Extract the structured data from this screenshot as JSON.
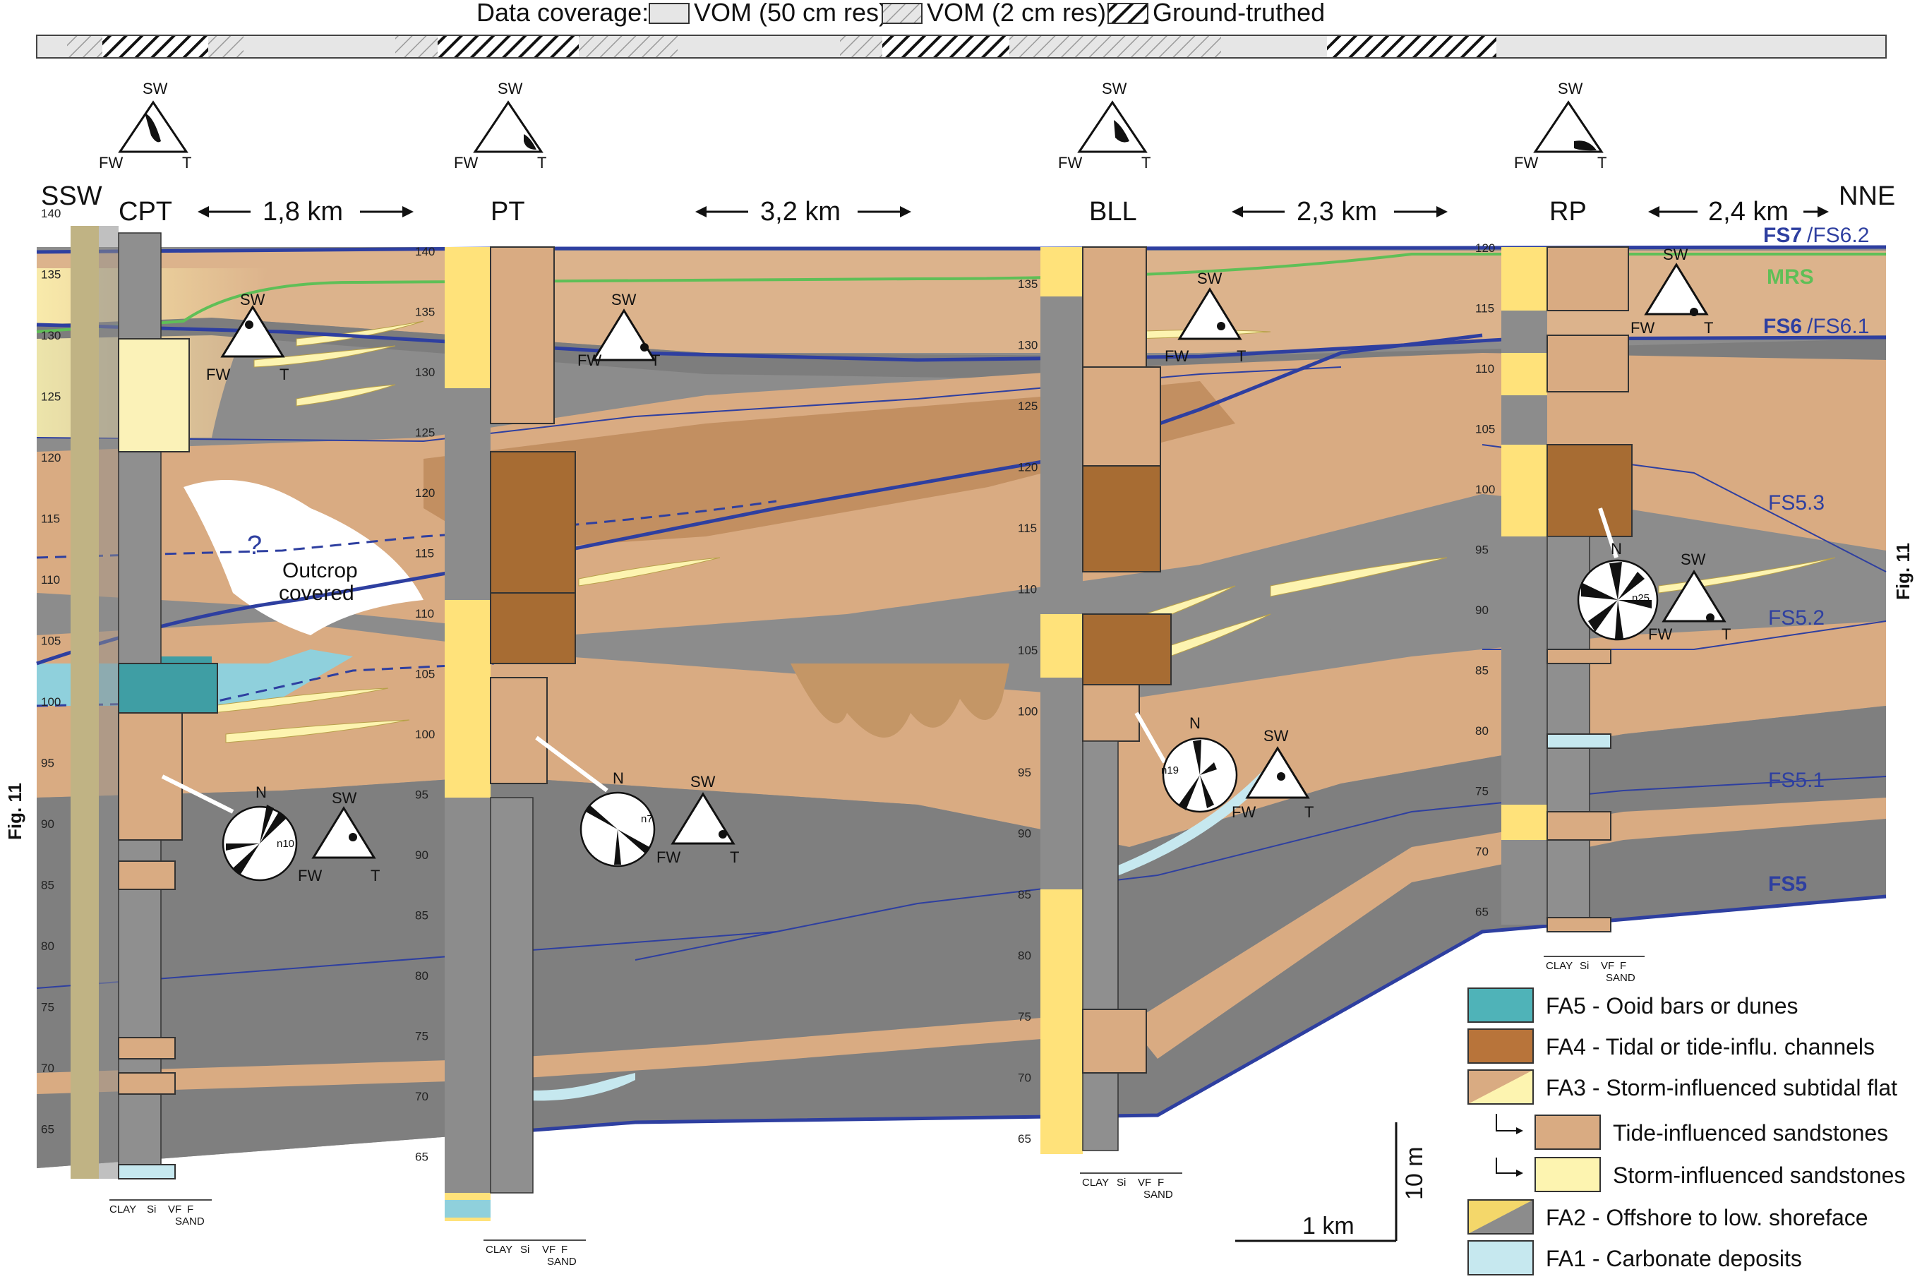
{
  "coverage": {
    "label": "Data coverage:",
    "items": [
      {
        "label": "VOM (50 cm res)",
        "pattern": "grey"
      },
      {
        "label": "VOM (2 cm res)",
        "pattern": "hatch"
      },
      {
        "label": "Ground-truthed",
        "pattern": "black-hatch"
      }
    ]
  },
  "directions": {
    "left": "SSW",
    "right": "NNE"
  },
  "sections": [
    {
      "id": "CPT",
      "name": "CPT",
      "ticks": [
        "140",
        "135",
        "130",
        "125",
        "120",
        "115",
        "110",
        "105",
        "100",
        "95",
        "90",
        "85",
        "80",
        "75",
        "70",
        "65"
      ]
    },
    {
      "id": "PT",
      "name": "PT",
      "ticks": [
        "140",
        "135",
        "130",
        "125",
        "120",
        "115",
        "110",
        "105",
        "100",
        "95",
        "90",
        "85",
        "80",
        "75",
        "70",
        "65"
      ]
    },
    {
      "id": "BLL",
      "name": "BLL",
      "ticks": [
        "135",
        "130",
        "125",
        "120",
        "115",
        "110",
        "105",
        "100",
        "95",
        "90",
        "85",
        "80",
        "75",
        "70",
        "65"
      ]
    },
    {
      "id": "RP",
      "name": "RP",
      "ticks": [
        "120",
        "115",
        "110",
        "105",
        "100",
        "95",
        "90",
        "85",
        "80",
        "75",
        "70",
        "65"
      ]
    }
  ],
  "distances": [
    "1,8 km",
    "3,2 km",
    "2,3 km",
    "2,4 km"
  ],
  "ternary": {
    "top": "SW",
    "left": "FW",
    "right": "T"
  },
  "rose": {
    "north": "N",
    "counts": [
      "n10",
      "n7",
      "n19",
      "n25"
    ]
  },
  "surfaces": {
    "fs7_bold": "FS7",
    "fs7_rest": "/FS6.2",
    "mrs": "MRS",
    "fs6_bold": "FS6",
    "fs6_rest": "/FS6.1",
    "fs53": "FS5.3",
    "fs52": "FS5.2",
    "fs51": "FS5.1",
    "fs5": "FS5"
  },
  "outcrop_note": {
    "line1": "Outcrop",
    "line2": "covered",
    "question": "?"
  },
  "fig_ref": "Fig. 11",
  "grain_scale": {
    "clay": "CLAY",
    "si": "Si",
    "vf": "VF",
    "f": "F",
    "sand": "SAND"
  },
  "legend": [
    {
      "label": "FA5 - Ooid bars or dunes",
      "color": "#4fb3b8"
    },
    {
      "label": "FA4 - Tidal or tide-influ. channels",
      "color": "#b8743a"
    },
    {
      "label": "FA3 - Storm-influenced subtidal flat",
      "color": "#d9ab82"
    },
    {
      "label": "Tide-influenced sandstones",
      "color": "#d9ab82"
    },
    {
      "label": "Storm-influenced sandstones",
      "color": "#fdf4b0"
    },
    {
      "label": "FA2 - Offshore to low. shoreface",
      "color": "#8c8c8c"
    },
    {
      "label": "FA1 - Carbonate deposits",
      "color": "#c6e8ef"
    }
  ],
  "scale_bar": {
    "vertical": "10 m",
    "horizontal": "1 km"
  }
}
